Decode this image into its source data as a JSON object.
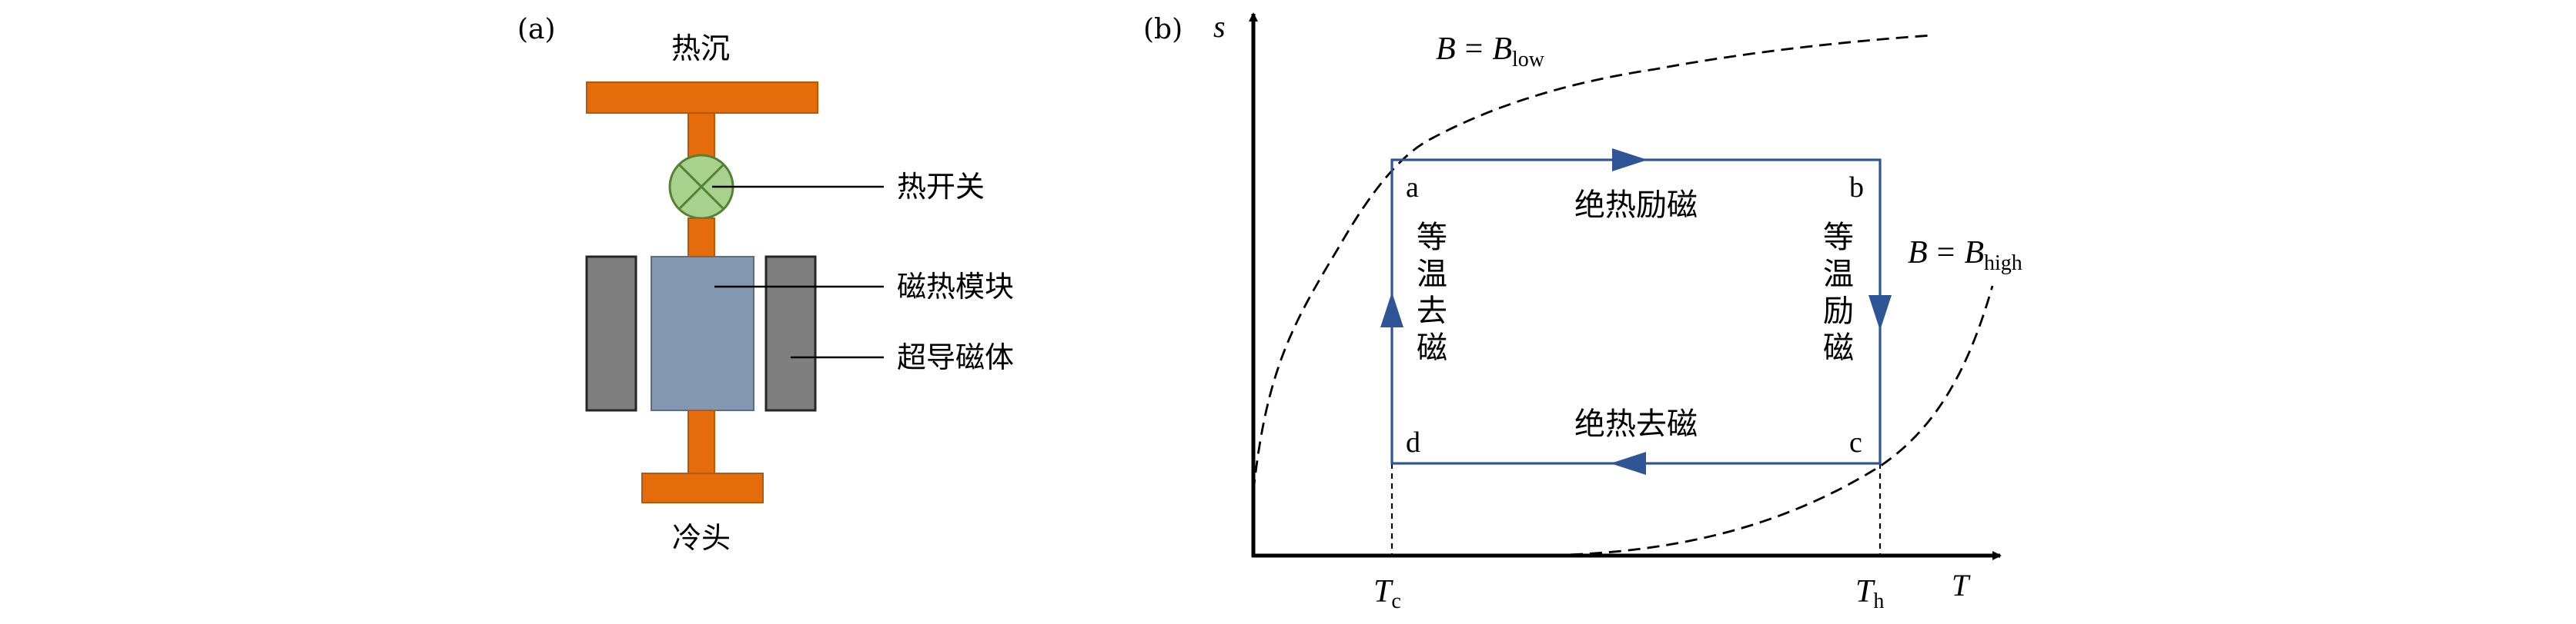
{
  "panel_a": {
    "label": "(a)",
    "heat_sink": "热沉",
    "heat_switch": "热开关",
    "magnetocaloric_module": "磁热模块",
    "superconducting_magnet": "超导磁体",
    "cold_head": "冷头",
    "colors": {
      "copper": "#E46C0A",
      "copper_stroke": "#B85708",
      "switch_fill": "#A9D18E",
      "switch_stroke": "#548235",
      "module_fill": "#8497B0",
      "module_stroke": "#5B6E86",
      "magnet_fill": "#7F7F7F",
      "magnet_stroke": "#262626"
    }
  },
  "panel_b": {
    "label": "(b)",
    "y_axis_label": "s",
    "x_axis_label": "T",
    "curve_low": {
      "lhs": "B",
      "eq": "=",
      "var": "B",
      "sub": "low"
    },
    "curve_high": {
      "lhs": "B",
      "eq": "=",
      "var": "B",
      "sub": "high"
    },
    "tc": {
      "main": "T",
      "sub": "c"
    },
    "th": {
      "main": "T",
      "sub": "h"
    },
    "corners": {
      "a": "a",
      "b": "b",
      "c": "c",
      "d": "d"
    },
    "ab": "绝热励磁",
    "bc": [
      "等",
      "温",
      "励",
      "磁"
    ],
    "cd": "绝热去磁",
    "da": [
      "等",
      "温",
      "去",
      "磁"
    ],
    "colors": {
      "cycle": "#2F5597",
      "axis": "#000000"
    }
  }
}
